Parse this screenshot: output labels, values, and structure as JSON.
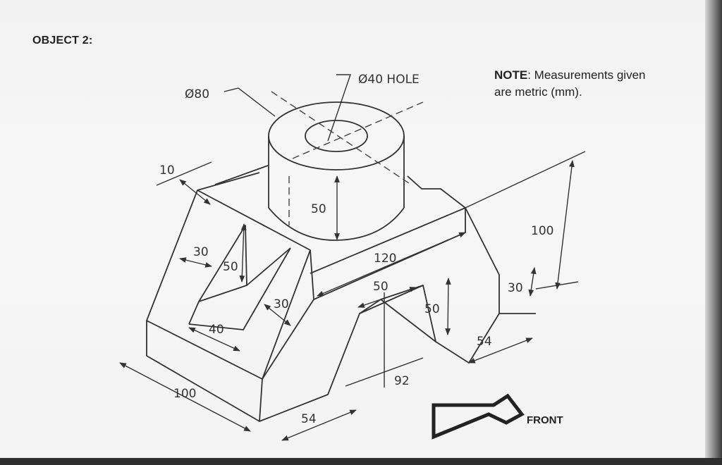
{
  "title": "OBJECT 2:",
  "note": {
    "label": "NOTE",
    "text": ": Measurements given are metric (mm)."
  },
  "front_label": "FRONT",
  "dimensions": {
    "d80": "Ø80",
    "d40_hole": "Ø40 HOLE",
    "d10": "10",
    "d50_cyl": "50",
    "d100_height": "100",
    "d30_left": "30",
    "d50_left": "50",
    "d120": "120",
    "d50_mid": "50",
    "d50_right": "50",
    "d30_right": "30",
    "d30_mid": "30",
    "d40": "40",
    "d54_right": "54",
    "d92": "92",
    "d100_base": "100",
    "d54_bottom": "54"
  }
}
